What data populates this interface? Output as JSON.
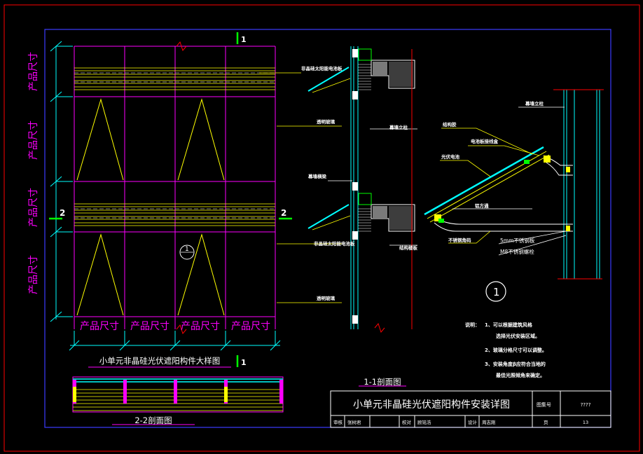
{
  "colors": {
    "background": "#000000",
    "outer_frame": "#ff0000",
    "inner_frame": "#3b3bff",
    "mullion": "#ff00ff",
    "panel": "#ffff00",
    "label": "#ffffff",
    "dimension": "#00ffff",
    "section_mark": "#00ff00",
    "title_text": "#ffffff",
    "note_text": "#ffffff"
  },
  "elevation": {
    "section_top_mark": "1",
    "section_bottom_mark": "1",
    "side_mark_left": "2",
    "side_mark_right": "2",
    "detail_bubble": "1",
    "vertical_dim_labels": [
      "产品尺寸",
      "产品尺寸",
      "产品尺寸",
      "产品尺寸"
    ],
    "horizontal_dim_labels": [
      "产品尺寸",
      "产品尺寸",
      "产品尺寸",
      "产品尺寸"
    ],
    "caption": "小单元非晶硅光伏遮阳构件大样图"
  },
  "section_2_2": {
    "caption": "2-2剖面图"
  },
  "section_1_1": {
    "caption": "1-1剖面图",
    "callouts": {
      "pv_panel": "非晶硅太阳能电池板",
      "glass_upper": "透明玻璃",
      "curtain_beam": "幕墙横梁",
      "pv_panel_2": "非晶硅太阳能电池板",
      "glass_lower": "透明玻璃",
      "curtain_post": "幕墙立柱",
      "structure_slab": "结构楼板"
    }
  },
  "detail_1": {
    "bubble": "1",
    "callouts": {
      "post": "幕墙立柱",
      "sealant": "结构胶",
      "cable": "电池板接线盒",
      "pv_module": "光伏电池",
      "aluminum": "铝方通",
      "steel_bracket": "不锈钢角码",
      "steel_plate": "5mm不锈钢板",
      "bolt": "M8不锈钢螺栓"
    }
  },
  "notes": {
    "heading": "说明：",
    "items": [
      "1、可以根据建筑风格",
      "选择光伏安装区域。",
      "2、玻璃分格尺寸可以调整。",
      "3、安装角度β应符合当地的",
      "最佳光照倾角来确定。"
    ]
  },
  "title_block": {
    "title": "小单元非晶硅光伏遮阳构件安装详图",
    "drawing_no_label": "图集号",
    "drawing_no_value": "????",
    "row": [
      "审核",
      "张树君",
      "校对",
      "顾铭浩",
      "设计",
      "周志刚",
      "页",
      "13"
    ]
  }
}
